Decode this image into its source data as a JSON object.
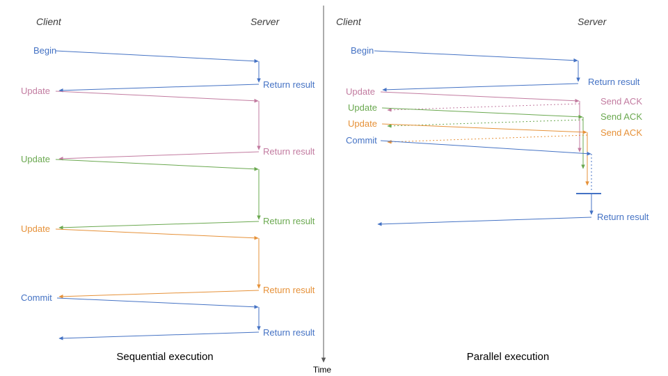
{
  "titles": {
    "left_caption": "Sequential execution",
    "right_caption": "Parallel execution",
    "time_axis": "Time"
  },
  "colors": {
    "blue": "#4472c4",
    "pink": "#c27ba0",
    "green": "#6aa84f",
    "orange": "#e69138",
    "axis": "#595959",
    "header_text": "#3c3c3c"
  },
  "left": {
    "client_header": "Client",
    "server_header": "Server",
    "messages": [
      {
        "request": "Begin",
        "color": "blue",
        "response": "Return result"
      },
      {
        "request": "Update",
        "color": "pink",
        "response": "Return result"
      },
      {
        "request": "Update",
        "color": "green",
        "response": "Return result"
      },
      {
        "request": "Update",
        "color": "orange",
        "response": "Return result"
      },
      {
        "request": "Commit",
        "color": "blue",
        "response": "Return result"
      }
    ]
  },
  "right": {
    "client_header": "Client",
    "server_header": "Server",
    "messages": [
      {
        "request": "Begin",
        "color": "blue",
        "response": "Return result"
      },
      {
        "request": "Update",
        "color": "pink",
        "response": "Send ACK"
      },
      {
        "request": "Update",
        "color": "green",
        "response": "Send ACK"
      },
      {
        "request": "Update",
        "color": "orange",
        "response": "Send ACK"
      },
      {
        "request": "Commit",
        "color": "blue",
        "response": "Return result"
      }
    ]
  }
}
